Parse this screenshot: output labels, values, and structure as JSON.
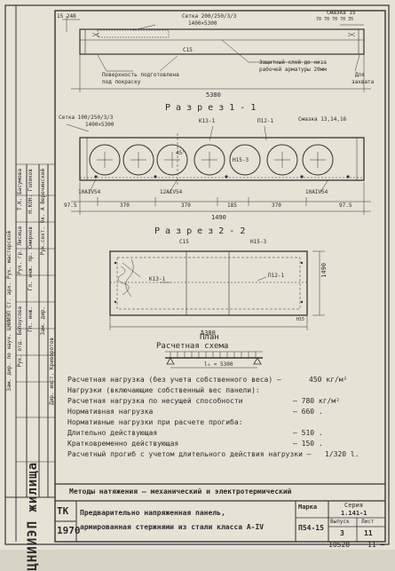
{
  "top_view": {
    "dims_left": "15  248",
    "setka_label": "Сетка  200/250/3/3",
    "setka_size": "1400×5300",
    "smaz_label": "Смазка  15",
    "smaz_dims": "70 70 70 70 35",
    "c15": "С15",
    "note_left_1": "Поверхность подготовлена",
    "note_left_2": "под покраску",
    "note_right_1": "Защитный слой до низа",
    "note_right_2": "рабочей арматуры 20мм",
    "note_far_right_1": "Для",
    "note_far_right_2": "захвата",
    "length": "5380"
  },
  "section11": {
    "title": "Р а з р е з 1 - 1",
    "setka_label": "Сетка  100/250/3/3",
    "setka_size": "1400×5300",
    "k13": "К13-1",
    "p12": "П12-1",
    "smaz": "Смазка 13,14,16",
    "n15": "Н15-3",
    "dim_45": "45°",
    "bar_left": "10АIV54",
    "bar_mid": "12АIV54",
    "bar_right": "10АIV54",
    "dims": [
      "97.5",
      "370",
      "370",
      "185",
      "370",
      "97.5"
    ],
    "total": "1490"
  },
  "section22": {
    "title": "Р а з р е з 2 - 2",
    "c15": "С15",
    "n15": "Н15-3",
    "k13": "К13-1",
    "p12": "П12-1",
    "length": "5380",
    "height": "1490",
    "small": "Н15"
  },
  "plan_title": "План",
  "scheme": {
    "title": "Расчетная схема",
    "span": "l₀ = 5300"
  },
  "loads": {
    "line1": "Расчетная нагрузка (без учета собственного веса) –",
    "line1_value": "450 кг/м²",
    "line2": "Нагрузки (включающие собственный вес панели):",
    "line3": "Расчетная нагрузка по несущей способности",
    "line3_value": "– 780 кг/м²",
    "line4": "Нормативная нагрузка",
    "line4_value": "– 660 .",
    "line5": "Нормативные нагрузки при расчете прогиба:",
    "line6": "Длительно действующая",
    "line6_value": "– 510 .",
    "line7": "Кратковременно действующая",
    "line7_value": "– 150 .",
    "line8": "Расчетный прогиб с учетом длительного действия нагрузки –",
    "line8_value": "1/320 l."
  },
  "methods": "Методы натяжения – механический и электротермический",
  "title_block": {
    "org": "ЦНИИЭП жилища",
    "tk": "ТК",
    "year": "1970",
    "name_1": "Предварительно напряженная панель,",
    "name_2": "армированная стержнями из стали класса А-IV",
    "mark_label": "Марка",
    "mark_value": "П54-15",
    "series_label": "Серия",
    "series_value": "1.141-1",
    "vypusk_label": "Выпуск",
    "vypusk_value": "3",
    "list_label": "Лист",
    "list_value": "11",
    "bottom_num": "10528",
    "bottom_page": "11 –"
  },
  "side_stamp": {
    "rows": [
      "Т.К. Басумова",
      "Н.КОН. Голиков",
      "Ок. А Веречинский",
      "Рук. гр. Лисица",
      "Гл. инж. пр. Смирнов",
      "Рук.сект. ",
      "Рук. отд. Белоусова",
      "Гл. инж. ",
      "Зам. дир. ",
      "Дир. инст. Криворотов"
    ],
    "org_vertical": "Зам. дир. по науч. ЦНИИЭП   Ст. арх.   Рук. мастерской"
  }
}
